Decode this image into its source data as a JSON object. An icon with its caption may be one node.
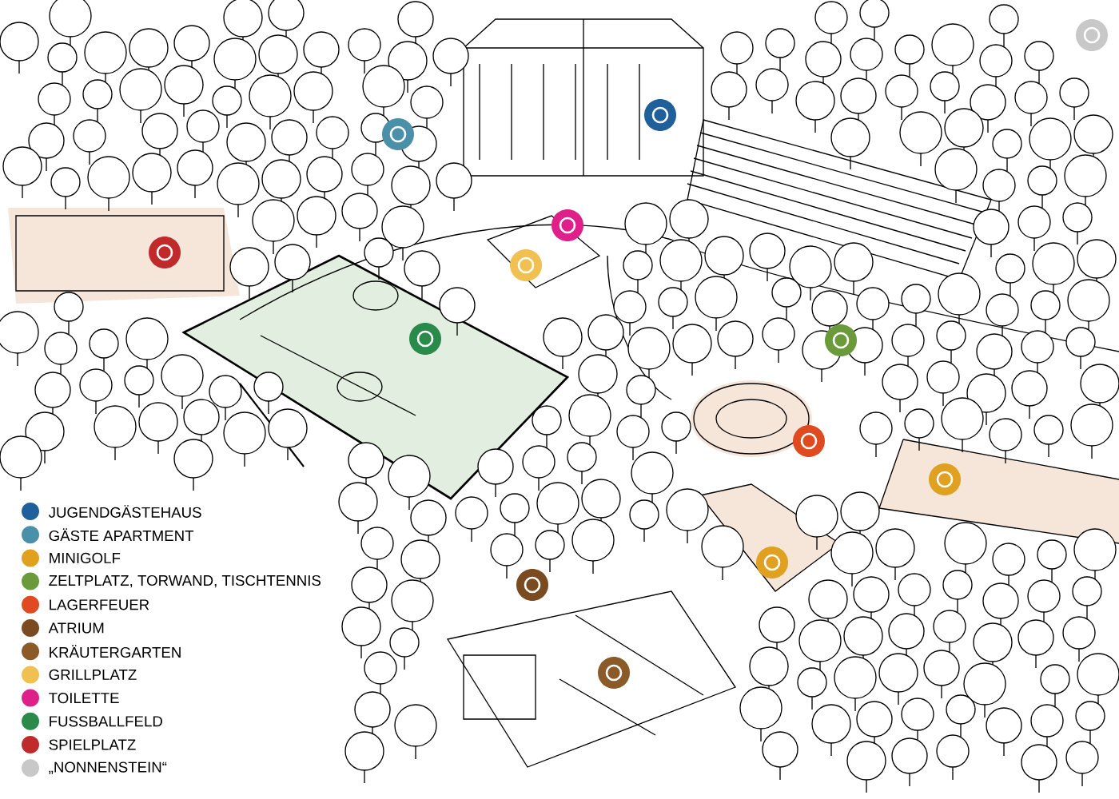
{
  "diagram": {
    "legend": [
      {
        "text": "JUGENDGÄSTEHAUS",
        "color": "#1f5f9a"
      },
      {
        "text": "GÄSTE APARTMENT",
        "color": "#4a90a8"
      },
      {
        "text": "MINIGOLF",
        "color": "#e0a020"
      },
      {
        "text": "ZELTPLATZ, TORWAND, TISCHTENNIS",
        "color": "#6a9a3a"
      },
      {
        "text": "LAGERFEUER",
        "color": "#e04a20"
      },
      {
        "text": "ATRIUM",
        "color": "#7a4a20"
      },
      {
        "text": "KRÄUTERGARTEN",
        "color": "#8a5a28"
      },
      {
        "text": "GRILLPLATZ",
        "color": "#f0c050"
      },
      {
        "text": "TOILETTE",
        "color": "#e0208a"
      },
      {
        "text": "FUSSBALLFELD",
        "color": "#2a8a4a"
      },
      {
        "text": "SPIELPLATZ",
        "color": "#c02a2a"
      },
      {
        "text": "„NONNENSTEIN“",
        "color": "#c8c8c8"
      }
    ]
  }
}
